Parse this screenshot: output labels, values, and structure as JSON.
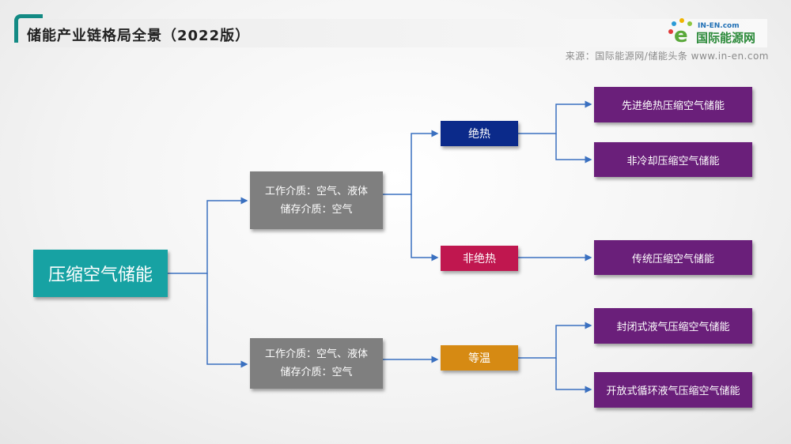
{
  "header": {
    "title": "储能产业链格局全景（2022版）",
    "source": "来源：国际能源网/储能头条 www.in-en.com",
    "logo_text": "IN-EN.com 国际能源网"
  },
  "root": "压缩空气储能",
  "media": [
    {
      "line1": "工作介质：空气、液体",
      "line2": "储存介质：空气"
    },
    {
      "line1": "工作介质：空气、液体",
      "line2": "储存介质：空气"
    }
  ],
  "types": {
    "adiabatic": "绝热",
    "non_adiabatic": "非绝热",
    "isothermal": "等温"
  },
  "leaves": [
    "先进绝热压缩空气储能",
    "非冷却压缩空气储能",
    "传统压缩空气储能",
    "封闭式液气压缩空气储能",
    "开放式循环液气压缩空气储能"
  ],
  "colors": {
    "root": "#17a2a3",
    "gray": "#7f7f7f",
    "adiabatic": "#0b2a8a",
    "non_adiabatic": "#c0174f",
    "isothermal": "#d68a13",
    "leaf": "#6a1f7a",
    "line": "#3a70c0"
  }
}
